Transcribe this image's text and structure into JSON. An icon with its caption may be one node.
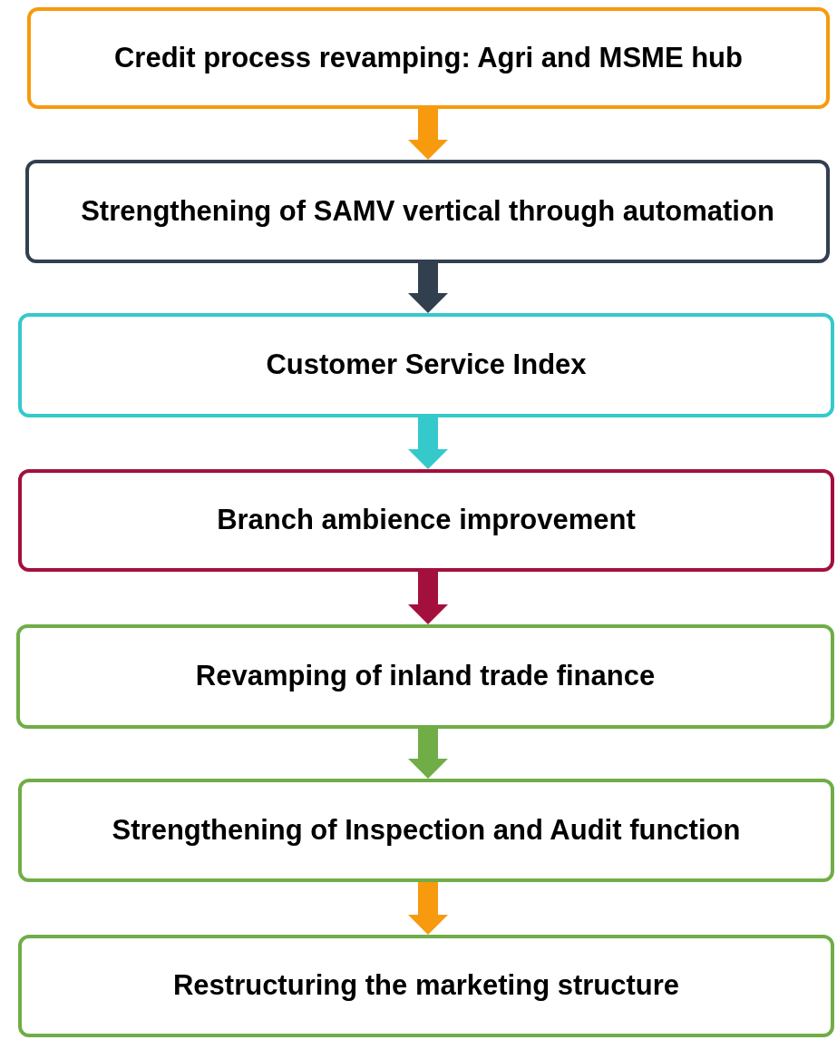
{
  "diagram": {
    "nodes": [
      {
        "text": [
          "Credit process revamping: Agri and MSME hub"
        ]
      },
      {
        "text": [
          "Strengthening of SAMV vertical through automation"
        ]
      },
      {
        "text": [
          "Customer Service Index"
        ]
      },
      {
        "text": [
          "Branch ambience improvement"
        ]
      },
      {
        "text": [
          "Revamping of inland trade finance"
        ]
      },
      {
        "text": [
          "Strengthening of Inspection and Audit function"
        ]
      },
      {
        "text": [
          "Restructuring the marketing structure"
        ]
      }
    ],
    "edges": [
      {
        "from": 0,
        "to": 1,
        "arrow": "to",
        "color": "#f79a0e"
      },
      {
        "from": 1,
        "to": 2,
        "arrow": "to",
        "color": "#323f4f"
      },
      {
        "from": 2,
        "to": 3,
        "arrow": "to",
        "color": "#35c9cc"
      },
      {
        "from": 3,
        "to": 4,
        "arrow": "to",
        "color": "#a4103d"
      },
      {
        "from": 4,
        "to": 5,
        "arrow": "to",
        "color": "#70ad47"
      },
      {
        "from": 5,
        "to": 6,
        "arrow": "to",
        "color": "#f79a0e"
      }
    ]
  }
}
